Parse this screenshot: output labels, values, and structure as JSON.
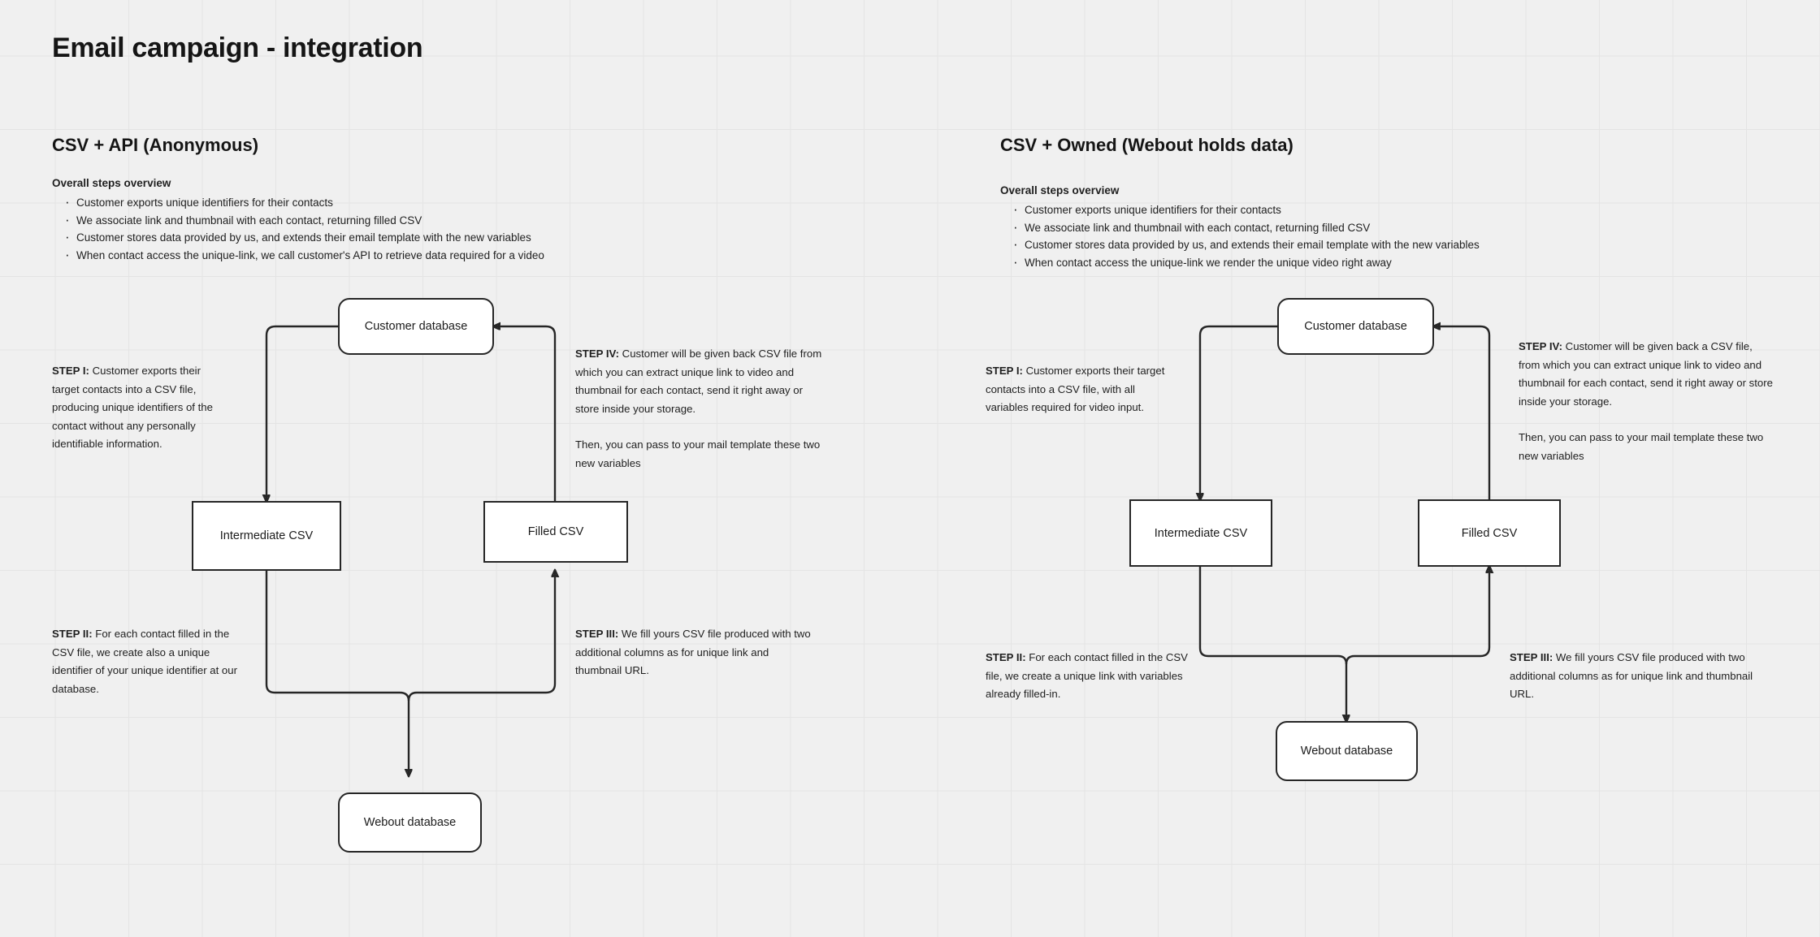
{
  "page": {
    "title": "Email campaign - integration",
    "background_color": "#f0f0f0",
    "grid_color": "#e4e4e4",
    "node_border_color": "#262626",
    "node_fill_color": "#ffffff",
    "text_color": "#1a1a1a"
  },
  "columns": [
    {
      "id": "csv-api-anonymous",
      "title": "CSV + API (Anonymous)",
      "overview": {
        "heading": "Overall steps overview",
        "bullets": [
          "Customer exports unique identifiers for their contacts",
          "We associate link and thumbnail with each contact, returning filled CSV",
          "Customer stores data provided by us, and extends their email template with the new variables",
          "When contact access the unique-link, we call customer's API to retrieve data required for a video"
        ]
      },
      "nodes": [
        {
          "id": "customer-database",
          "label": "Customer database",
          "shape": "rounded"
        },
        {
          "id": "intermediate-csv",
          "label": "Intermediate CSV",
          "shape": "sharp"
        },
        {
          "id": "filled-csv",
          "label": "Filled CSV",
          "shape": "sharp"
        },
        {
          "id": "webout-database",
          "label": "Webout database",
          "shape": "rounded"
        }
      ],
      "steps": [
        {
          "id": "step-1",
          "label": "STEP I:",
          "text": " Customer exports their target contacts into a CSV file, producing unique identifiers of the contact without any personally identifiable information.",
          "text2": ""
        },
        {
          "id": "step-2",
          "label": "STEP II:",
          "text": " For each contact filled in the CSV file, we create also a unique identifier of your unique identifier at our database.",
          "text2": ""
        },
        {
          "id": "step-3",
          "label": "STEP III:",
          "text": " We fill yours CSV file produced with two additional columns as for unique link and thumbnail URL.",
          "text2": ""
        },
        {
          "id": "step-4",
          "label": "STEP IV:",
          "text": " Customer will be given back CSV file from which you can extract unique link to video and thumbnail for each contact, send it right away or store inside your storage.",
          "text2": "Then, you can pass to your mail template these two new variables"
        }
      ]
    },
    {
      "id": "csv-owned-webout-holds-data",
      "title": "CSV + Owned (Webout holds data)",
      "overview": {
        "heading": "Overall steps overview",
        "bullets": [
          "Customer exports unique identifiers for their contacts",
          "We associate link and thumbnail with each contact, returning filled CSV",
          "Customer stores data provided by us, and extends their email template with the new variables",
          "When contact access the unique-link we render the unique video right away"
        ]
      },
      "nodes": [
        {
          "id": "customer-database",
          "label": "Customer database",
          "shape": "rounded"
        },
        {
          "id": "intermediate-csv",
          "label": "Intermediate CSV",
          "shape": "sharp"
        },
        {
          "id": "filled-csv",
          "label": "Filled CSV",
          "shape": "sharp"
        },
        {
          "id": "webout-database",
          "label": "Webout database",
          "shape": "rounded"
        }
      ],
      "steps": [
        {
          "id": "step-1",
          "label": "STEP I:",
          "text": " Customer exports their target contacts into a CSV file, with all variables required for video input.",
          "text2": ""
        },
        {
          "id": "step-2",
          "label": "STEP II:",
          "text": " For each contact filled in the CSV file, we create a unique link with variables already filled-in.",
          "text2": ""
        },
        {
          "id": "step-3",
          "label": "STEP III:",
          "text": " We fill yours CSV file produced with two additional columns as for unique link and thumbnail URL.",
          "text2": ""
        },
        {
          "id": "step-4",
          "label": "STEP IV:",
          "text": " Customer will be given back a CSV file, from which you can extract unique link to video and thumbnail for each contact, send it right away or store inside your storage.",
          "text2": "Then, you can pass to your mail template these two new variables"
        }
      ]
    }
  ]
}
